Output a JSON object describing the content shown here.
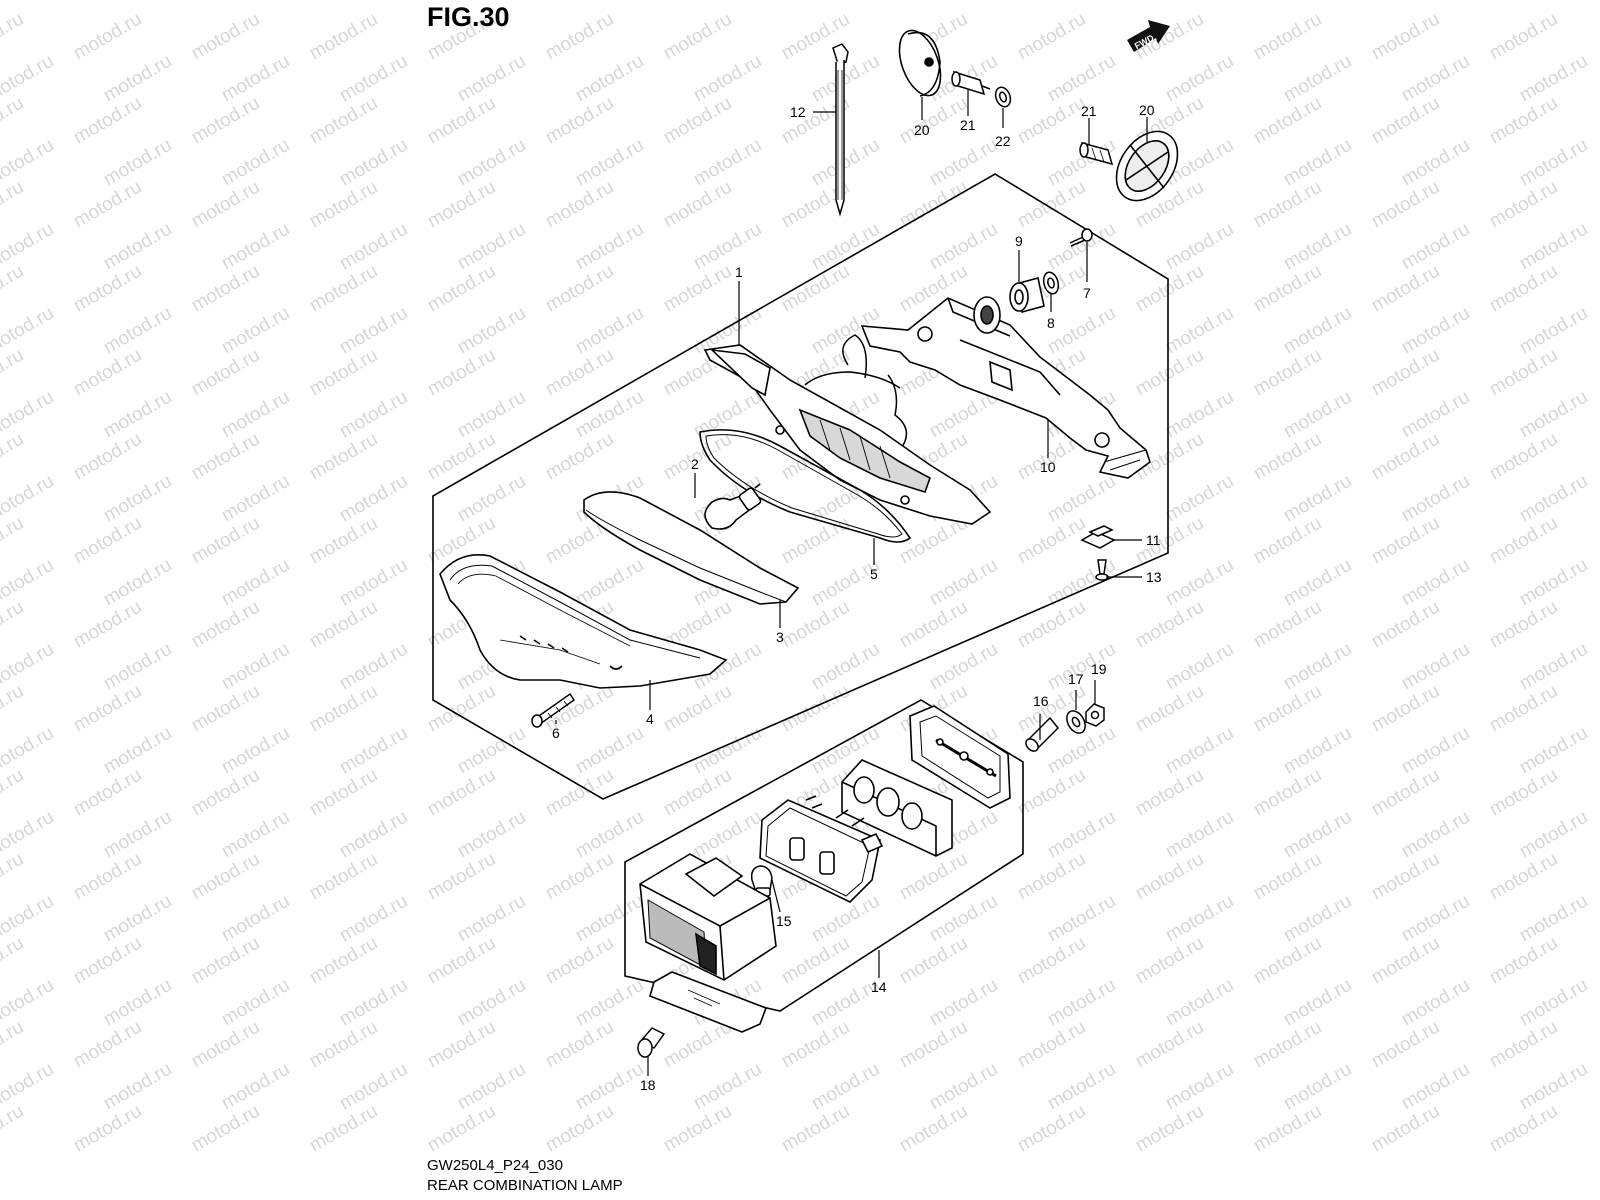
{
  "figure": {
    "title": "FIG.30",
    "code": "GW250L4_P24_030",
    "name": "REAR COMBINATION LAMP",
    "fwd_label": "FWD",
    "watermark": "motod.ru"
  },
  "callouts": {
    "c1": "1",
    "c2": "2",
    "c3": "3",
    "c4": "4",
    "c5": "5",
    "c6": "6",
    "c7": "7",
    "c8": "8",
    "c9": "9",
    "c10": "10",
    "c11": "11",
    "c12": "12",
    "c13": "13",
    "c14": "14",
    "c15": "15",
    "c16": "16",
    "c17": "17",
    "c18": "18",
    "c19": "19",
    "c20a": "20",
    "c20b": "20",
    "c21a": "21",
    "c21b": "21",
    "c22": "22"
  }
}
